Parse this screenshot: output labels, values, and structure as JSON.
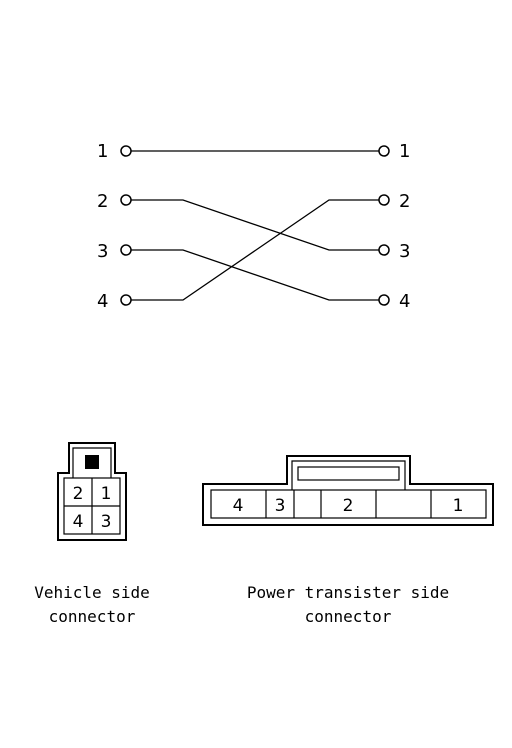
{
  "wiring": {
    "left_pins": [
      "1",
      "2",
      "3",
      "4"
    ],
    "right_pins": [
      "1",
      "2",
      "3",
      "4"
    ]
  },
  "vehicle_connector": {
    "cells": [
      "2",
      "1",
      "4",
      "3"
    ],
    "caption_line1": "Vehicle side",
    "caption_line2": "connector"
  },
  "power_connector": {
    "cells": [
      "4",
      "3",
      "",
      "2",
      "",
      "1"
    ],
    "caption_line1": "Power transister side",
    "caption_line2": "connector"
  }
}
